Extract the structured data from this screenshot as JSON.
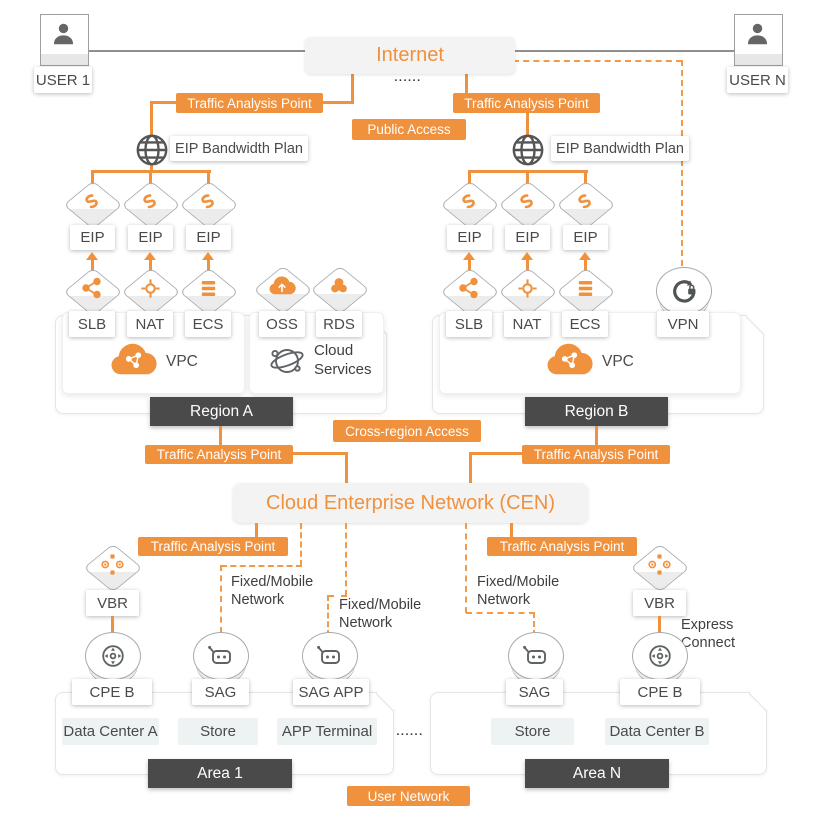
{
  "colors": {
    "accent_orange": "#F0913E",
    "dark_label_bg": "#4A4A4A",
    "light_box_bg": "#F3F3F3",
    "soft_chip_bg": "#EDF2F3",
    "icon_gray": "#5E6366",
    "line_gray": "#8F8F8F"
  },
  "users": {
    "user_1": "USER 1",
    "user_n": "USER N"
  },
  "internet": {
    "label": "Internet",
    "dots": "......"
  },
  "banners": {
    "traffic_analysis_point": "Traffic Analysis Point",
    "public_access": "Public Access",
    "cross_region_access": "Cross-region Access",
    "user_network": "User Network"
  },
  "cen": {
    "label": "Cloud Enterprise Network (CEN)"
  },
  "regions": {
    "region_a": "Region A",
    "region_b": "Region B",
    "area_1": "Area 1",
    "area_n": "Area N"
  },
  "nodes": {
    "eip_bandwidth_plan": "EIP Bandwidth Plan",
    "eip": "EIP",
    "slb": "SLB",
    "nat": "NAT",
    "ecs": "ECS",
    "oss": "OSS",
    "rds": "RDS",
    "vpc": "VPC",
    "cloud_services": "Cloud\nServices",
    "vpn": "VPN",
    "vbr": "VBR",
    "cpe_b": "CPE B",
    "sag": "SAG",
    "sag_app": "SAG APP"
  },
  "texts": {
    "fixed_mobile_network": "Fixed/Mobile\nNetwork",
    "express_connect": "Express\nConnect",
    "ellipsis": "......"
  },
  "site_labels": {
    "data_center_a": "Data Center A",
    "store": "Store",
    "app_terminal": "APP Terminal",
    "data_center_b": "Data Center B"
  }
}
